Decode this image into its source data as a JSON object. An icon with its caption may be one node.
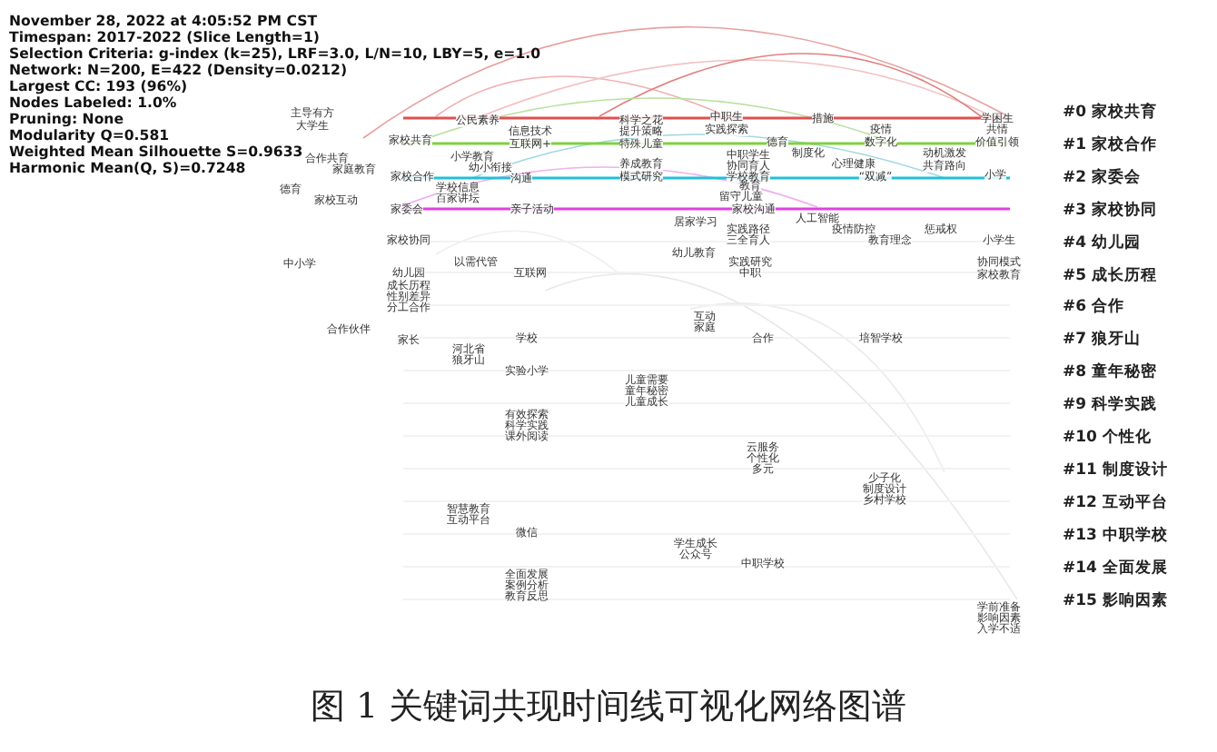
{
  "diagram": {
    "caption": "图 1 关键词共现时间线可视化网络图谱",
    "labels": [
      "November 28, 2022 at 4:05:52 PM CST",
      "Timespan: 2017-2022 (Slice Length=1)",
      "Selection Criteria: g-index (k=25), LRF=3.0, L/N=10, LBY=5, e=1.0",
      "Network: N=200, E=422 (Density=0.0212)",
      "Largest CC: 193 (96%)",
      "Nodes Labeled: 1.0%",
      "Pruning: None",
      "Modularity Q=0.581",
      "Weighted Mean Silhouette S=0.9633",
      "Harmonic Mean(Q, S)=0.7248",
      "主导有方",
      "大学生",
      "家校共育",
      "公民素养",
      "信息技术",
      "互联网+",
      "科学之花",
      "提升策略",
      "特殊儿童",
      "中职生",
      "实践探索",
      "德育",
      "措施",
      "疫情",
      "数字化",
      "学困生",
      "共情",
      "价值引领",
      "合作共育",
      "家庭教育",
      "家校合作",
      "小学教育",
      "幼小衔接",
      "沟通",
      "养成教育",
      "模式研究",
      "中职学生",
      "协同育人",
      "学校教育",
      "制度化",
      "心理健康",
      "“双减”",
      "动机激发",
      "共育路向",
      "小学",
      "德育",
      "家校互动",
      "家委会",
      "学校信息",
      "百家讲坛",
      "亲子活动",
      "教育",
      "留守儿童",
      "家校沟通",
      "居家学习",
      "人工智能",
      "实践路径",
      "三全育人",
      "疫情防控",
      "教育理念",
      "惩戒权",
      "小学生",
      "家校协同",
      "中小学",
      "以需代管",
      "互联网",
      "幼儿教育",
      "实践研究",
      "中职",
      "协同模式",
      "家校教育",
      "幼儿园",
      "成长历程",
      "性别差异",
      "分工合作",
      "合作伙伴",
      "家长",
      "河北省",
      "狼牙山",
      "学校",
      "实验小学",
      "有效探索",
      "科学实践",
      "课外阅读",
      "智慧教育",
      "互动平台",
      "微信",
      "全面发展",
      "案例分析",
      "教育反思",
      "互动",
      "家庭",
      "合作",
      "培智学校",
      "儿童需要",
      "童年秘密",
      "儿童成长",
      "云服务",
      "个性化",
      "多元",
      "少子化",
      "制度设计",
      "乡村学校",
      "学生成长",
      "公众号",
      "中职学校",
      "学前准备",
      "影响因素",
      "入学不适",
      "#0 家校共育",
      "#1 家校合作",
      "#2 家委会",
      "#3 家校协同",
      "#4 幼儿园",
      "#5 成长历程",
      "#6 合作",
      "#7 狼牙山",
      "#8 童年秘密",
      "#9 科学实践",
      "#10 个性化",
      "#11 制度设计",
      "#12 互动平台",
      "#13 中职学校",
      "#14 全面发展",
      "#15 影响因素"
    ]
  }
}
